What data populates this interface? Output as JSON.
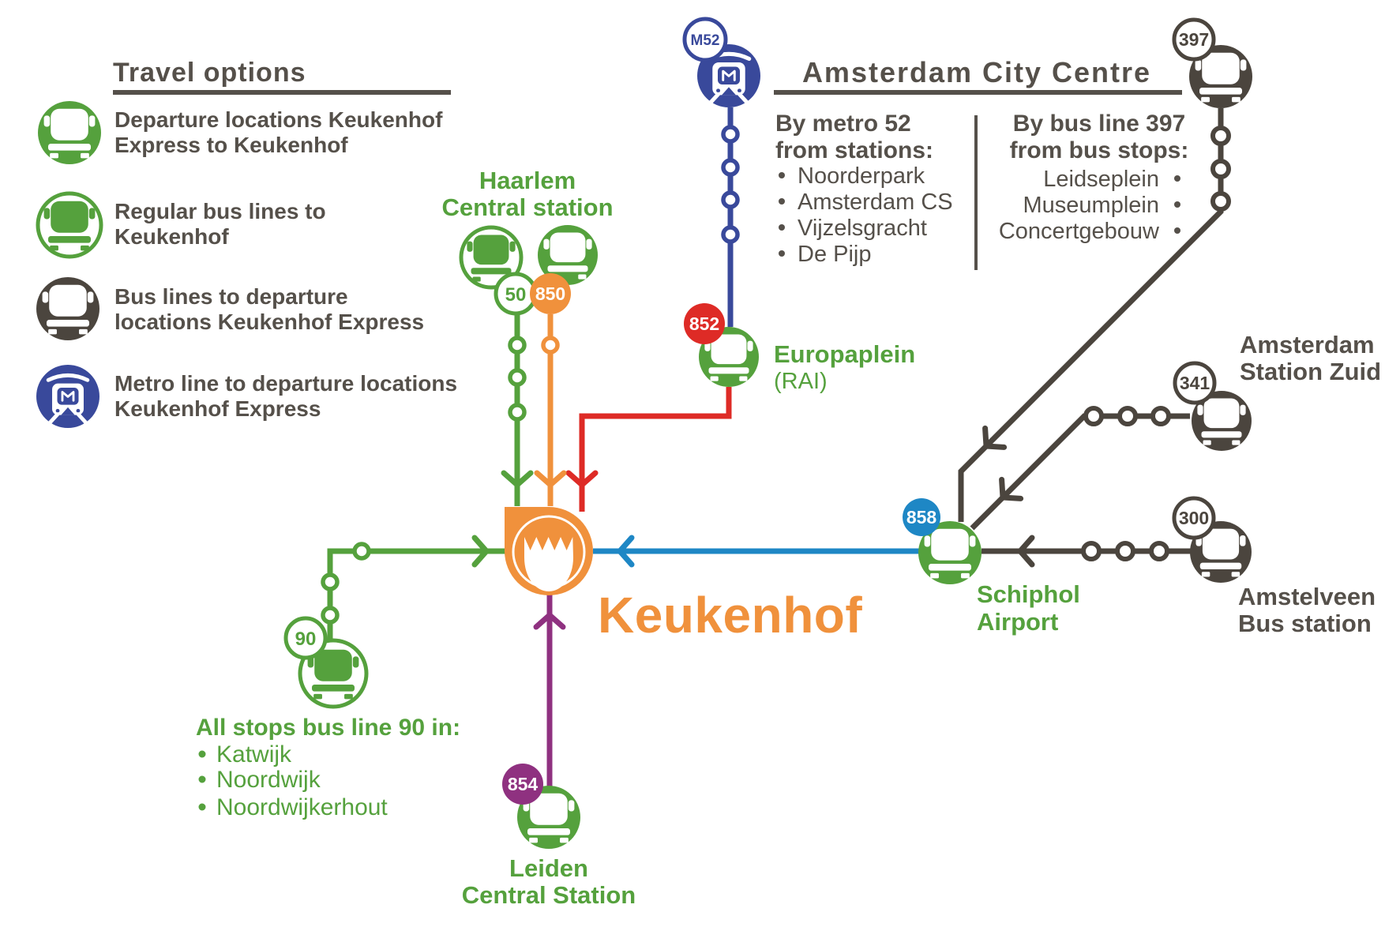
{
  "colors": {
    "green": "#55A13D",
    "ink": "#4B453E",
    "text": "#55504A",
    "metro": "#39499B",
    "orange": "#F0913C",
    "red": "#DE2B26",
    "blue": "#1E87C5",
    "purple": "#8F3180"
  },
  "legend": {
    "title": "Travel options",
    "items": [
      {
        "line1": "Departure locations Keukenhof",
        "line2": "Express to Keukenhof"
      },
      {
        "line1": "Regular bus lines to",
        "line2": "Keukenhof"
      },
      {
        "line1": "Bus lines to departure",
        "line2": "locations Keukenhof Express"
      },
      {
        "line1": "Metro line to departure locations",
        "line2": "Keukenhof Express"
      }
    ]
  },
  "city_centre": {
    "title": "Amsterdam City Centre",
    "metro": {
      "head1": "By metro 52",
      "head2": "from stations:",
      "stations": [
        "Noorderpark",
        "Amsterdam CS",
        "Vijzelsgracht",
        "De Pijp"
      ]
    },
    "bus": {
      "head1": "By bus line 397",
      "head2": "from bus stops:",
      "stops": [
        "Leidseplein",
        "Museumplein",
        "Concertgebouw"
      ]
    }
  },
  "destination": {
    "name": "Keukenhof"
  },
  "badges": {
    "m52": "M52",
    "line50": "50",
    "line850": "850",
    "line852": "852",
    "line858": "858",
    "line90": "90",
    "line854": "854",
    "line397": "397",
    "line341": "341",
    "line300": "300"
  },
  "stations": {
    "haarlem": {
      "line1": "Haarlem",
      "line2": "Central station"
    },
    "europaplein": {
      "line1": "Europaplein",
      "line2": "(RAI)"
    },
    "schiphol": {
      "line1": "Schiphol",
      "line2": "Airport"
    },
    "leiden": {
      "line1": "Leiden",
      "line2": "Central Station"
    },
    "station_zuid": {
      "line1": "Amsterdam",
      "line2": "Station Zuid"
    },
    "amstelveen": {
      "line1": "Amstelveen",
      "line2": "Bus station"
    }
  },
  "line90_panel": {
    "heading": "All stops bus line 90 in:",
    "stops": [
      "Katwijk",
      "Noordwijk",
      "Noordwijkerhout"
    ]
  }
}
